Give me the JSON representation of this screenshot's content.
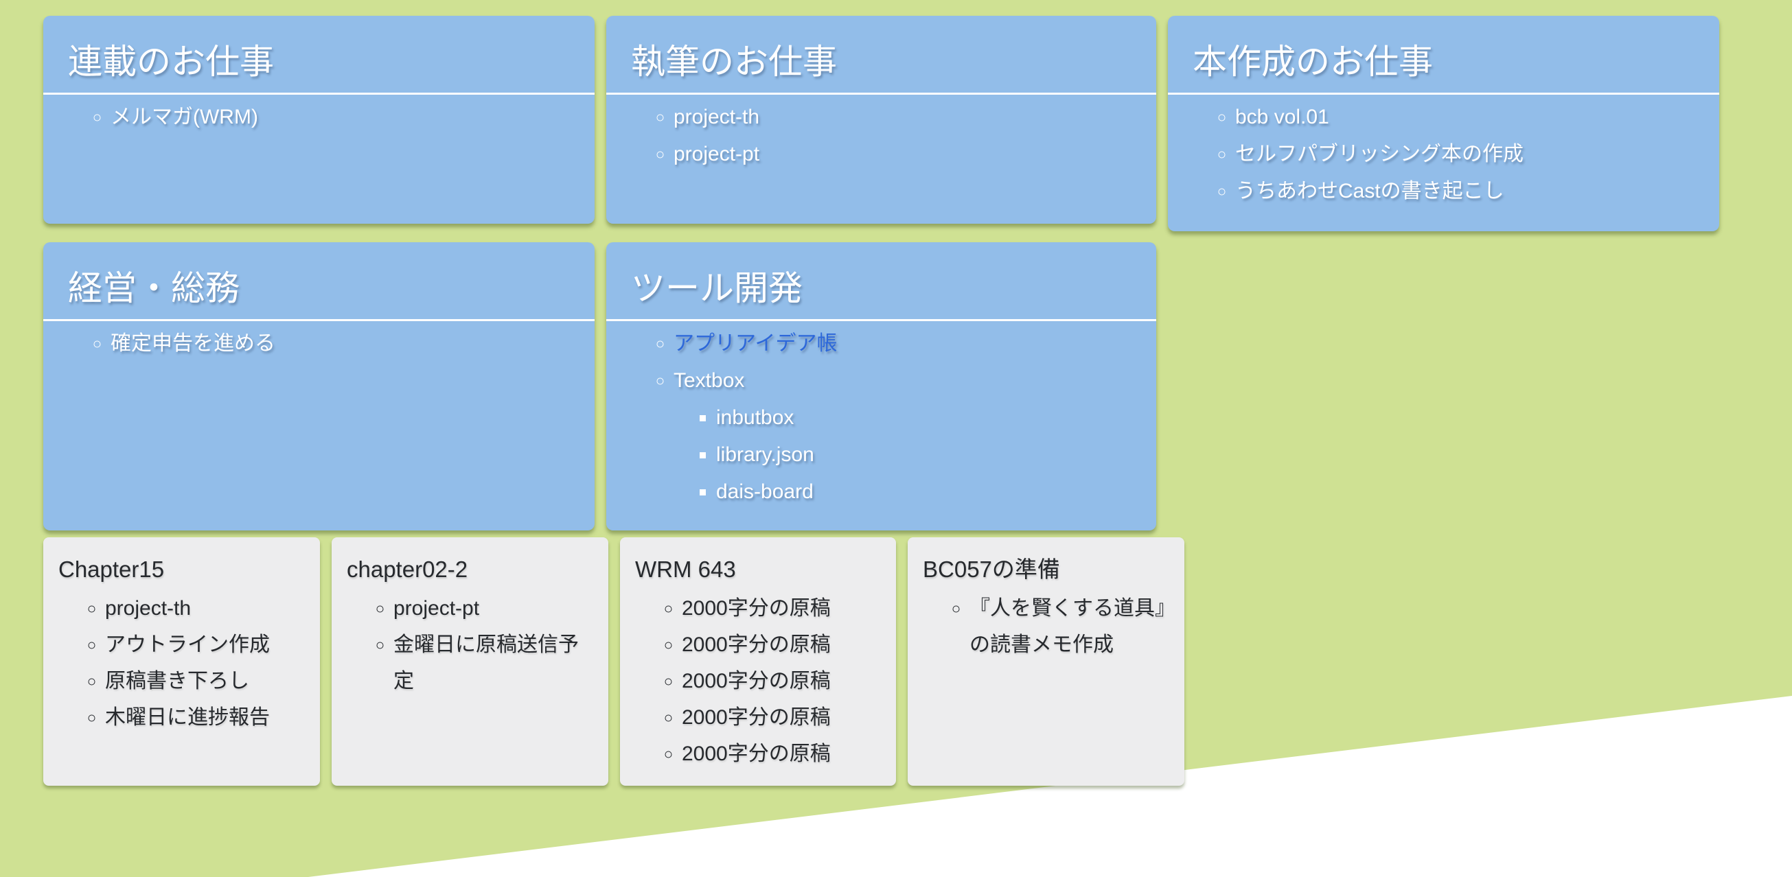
{
  "colors": {
    "background_green": "#cfe193",
    "card_blue": "#92bde9",
    "card_gray": "#ededee",
    "link_blue": "#2d68da",
    "text_white": "#ffffff",
    "text_dark": "#26292d",
    "divider_white": "#ffffff",
    "wedge_white": "#ffffff"
  },
  "blue_cards": [
    {
      "title": "連載のお仕事",
      "items": [
        {
          "text": "メルマガ(WRM)"
        }
      ]
    },
    {
      "title": "執筆のお仕事",
      "items": [
        {
          "text": "project-th"
        },
        {
          "text": "project-pt"
        }
      ]
    },
    {
      "title": "本作成のお仕事",
      "items": [
        {
          "text": "bcb vol.01"
        },
        {
          "text": "セルフパブリッシング本の作成"
        },
        {
          "text": "うちあわせCastの書き起こし"
        }
      ]
    },
    {
      "title": "経営・総務",
      "items": [
        {
          "text": "確定申告を進める"
        }
      ]
    },
    {
      "title": "ツール開発",
      "items": [
        {
          "text": "アプリアイデア帳",
          "type": "link"
        },
        {
          "text": "Textbox",
          "children": [
            {
              "text": "inbutbox"
            },
            {
              "text": "library.json"
            },
            {
              "text": "dais-board"
            }
          ]
        }
      ]
    }
  ],
  "gray_cards": [
    {
      "title": "Chapter15",
      "items": [
        "project-th",
        "アウトライン作成",
        "原稿書き下ろし",
        "木曜日に進捗報告"
      ]
    },
    {
      "title": "chapter02-2",
      "items": [
        "project-pt",
        "金曜日に原稿送信予定"
      ]
    },
    {
      "title": "WRM 643",
      "items": [
        "2000字分の原稿",
        "2000字分の原稿",
        "2000字分の原稿",
        "2000字分の原稿",
        "2000字分の原稿"
      ]
    },
    {
      "title": "BC057の準備",
      "items": [
        "『人を賢くする道具』の読書メモ作成"
      ]
    }
  ]
}
